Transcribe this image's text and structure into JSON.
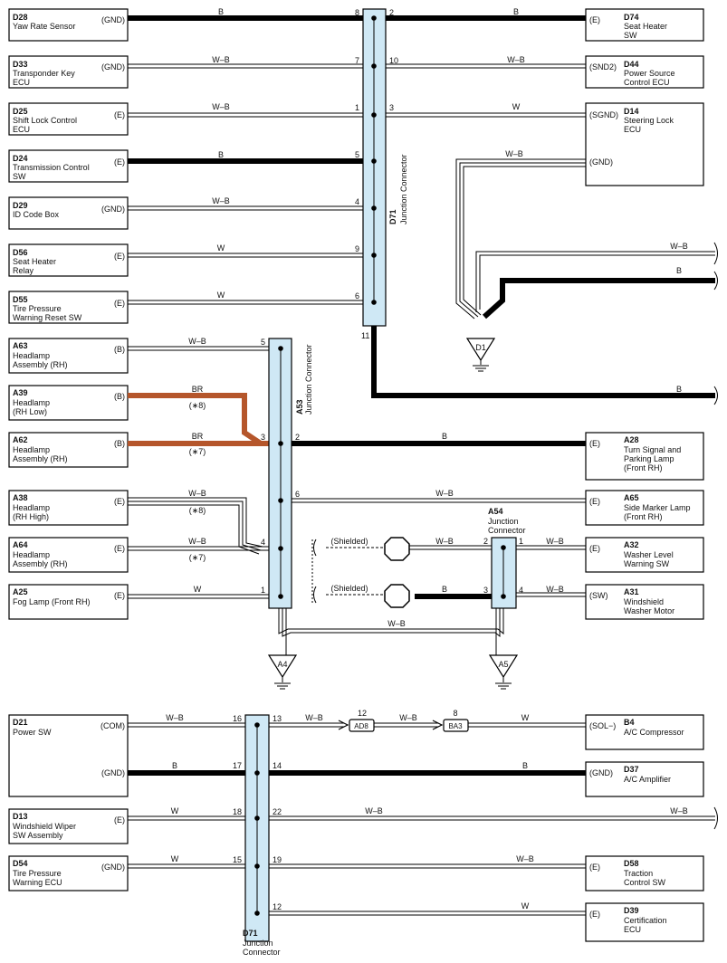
{
  "left_components": [
    {
      "code": "D28",
      "name": [
        "Yaw Rate Sensor"
      ],
      "terminal": "(GND)"
    },
    {
      "code": "D33",
      "name": [
        "Transponder Key",
        "ECU"
      ],
      "terminal": "(GND)"
    },
    {
      "code": "D25",
      "name": [
        "Shift Lock Control",
        "ECU"
      ],
      "terminal": "(E)"
    },
    {
      "code": "D24",
      "name": [
        "Transmission Control",
        "SW"
      ],
      "terminal": "(E)"
    },
    {
      "code": "D29",
      "name": [
        "ID Code Box"
      ],
      "terminal": "(GND)"
    },
    {
      "code": "D56",
      "name": [
        "Seat Heater",
        "Relay"
      ],
      "terminal": "(E)"
    },
    {
      "code": "D55",
      "name": [
        "Tire Pressure",
        "Warning Reset SW"
      ],
      "terminal": "(E)"
    },
    {
      "code": "A63",
      "name": [
        "Headlamp",
        "Assembly (RH)"
      ],
      "terminal": "(B)"
    },
    {
      "code": "A39",
      "name": [
        "Headlamp",
        "(RH Low)"
      ],
      "terminal": "(B)"
    },
    {
      "code": "A62",
      "name": [
        "Headlamp",
        "Assembly (RH)"
      ],
      "terminal": "(B)"
    },
    {
      "code": "A38",
      "name": [
        "Headlamp",
        "(RH High)"
      ],
      "terminal": "(E)"
    },
    {
      "code": "A64",
      "name": [
        "Headlamp",
        "Assembly (RH)"
      ],
      "terminal": "(E)"
    },
    {
      "code": "A25",
      "name": [
        "Fog Lamp (Front RH)"
      ],
      "terminal": "(E)"
    },
    {
      "code": "D21",
      "name": [
        "Power SW"
      ],
      "terminal": "(COM)",
      "terminal2": "(GND)"
    },
    {
      "code": "D13",
      "name": [
        "Windshield Wiper",
        "SW Assembly"
      ],
      "terminal": "(E)"
    },
    {
      "code": "D54",
      "name": [
        "Tire Pressure",
        "Warning ECU"
      ],
      "terminal": "(GND)"
    }
  ],
  "right_components": [
    {
      "code": "D74",
      "name": [
        "Seat Heater",
        "SW"
      ],
      "terminal": "(E)"
    },
    {
      "code": "D44",
      "name": [
        "Power Source",
        "Control ECU"
      ],
      "terminal": "(SND2)"
    },
    {
      "code": "D14",
      "name": [
        "Steering Lock",
        "ECU"
      ],
      "terminal": "(SGND)",
      "terminal2": "(GND)"
    },
    {
      "code": "A28",
      "name": [
        "Turn Signal and",
        "Parking Lamp",
        "(Front RH)"
      ],
      "terminal": "(E)"
    },
    {
      "code": "A65",
      "name": [
        "Side Marker Lamp",
        "(Front RH)"
      ],
      "terminal": "(E)"
    },
    {
      "code": "A32",
      "name": [
        "Washer Level",
        "Warning SW"
      ],
      "terminal": "(E)"
    },
    {
      "code": "A31",
      "name": [
        "Windshield",
        "Washer Motor"
      ],
      "terminal": "(SW)"
    },
    {
      "code": "B4",
      "name": [
        "A/C Compressor"
      ],
      "terminal": "(SOL−)"
    },
    {
      "code": "D37",
      "name": [
        "A/C Amplifier"
      ],
      "terminal": "(GND)"
    },
    {
      "code": "D58",
      "name": [
        "Traction",
        "Control SW"
      ],
      "terminal": "(E)"
    },
    {
      "code": "D39",
      "name": [
        "Certification",
        "ECU"
      ],
      "terminal": "(E)"
    }
  ],
  "junctions": [
    {
      "code": "D71",
      "label": "Junction Connector"
    },
    {
      "code": "A53",
      "label": "Junction Connector"
    },
    {
      "code": "A54",
      "label": [
        "Junction",
        "Connector"
      ]
    },
    {
      "code": "D71",
      "label": [
        "Junction",
        "Connector"
      ]
    }
  ],
  "grounds": [
    "D1",
    "A4",
    "A5"
  ],
  "inline_connectors": [
    {
      "code": "AD8",
      "pin": "12"
    },
    {
      "code": "BA3",
      "pin": "8"
    }
  ],
  "shielded": "(Shielded)",
  "wires": {
    "d28": "B",
    "d33": "W–B",
    "d25": "W–B",
    "d24": "B",
    "d29": "W–B",
    "d56": "W",
    "d55": "W",
    "d74": "B",
    "d44": "W–B",
    "d14": "W",
    "d14g": "W–B",
    "out_wb": "W–B",
    "out_b": "B",
    "d71_11": "B",
    "a63": "W–B",
    "a39": "BR",
    "a62": "BR",
    "a38": "W–B",
    "a64": "W–B",
    "a25": "W",
    "a28": "B",
    "a65": "W–B",
    "a54_2": "W–B",
    "a54_3": "B",
    "a32": "W–B",
    "a31": "W–B",
    "a4a5": "W–B",
    "d21_com_l": "W–B",
    "d21_com_r": "W–B",
    "ad8_ba3": "W–B",
    "b4": "W",
    "d21_gnd_l": "B",
    "d37": "B",
    "d13": "W",
    "d13_out": "W–B",
    "d54": "W",
    "d58": "W–B",
    "d39": "W"
  },
  "pins": {
    "d71": [
      "8",
      "2",
      "7",
      "10",
      "1",
      "3",
      "5",
      "4",
      "9",
      "6",
      "11"
    ],
    "a53": [
      "5",
      "3",
      "2",
      "6",
      "4",
      "1"
    ],
    "a54": [
      "2",
      "1",
      "3",
      "4"
    ],
    "d71b": [
      "16",
      "13",
      "17",
      "14",
      "18",
      "22",
      "15",
      "19",
      "12"
    ]
  },
  "notes": {
    "n8": "(∗8)",
    "n7": "(∗7)"
  }
}
